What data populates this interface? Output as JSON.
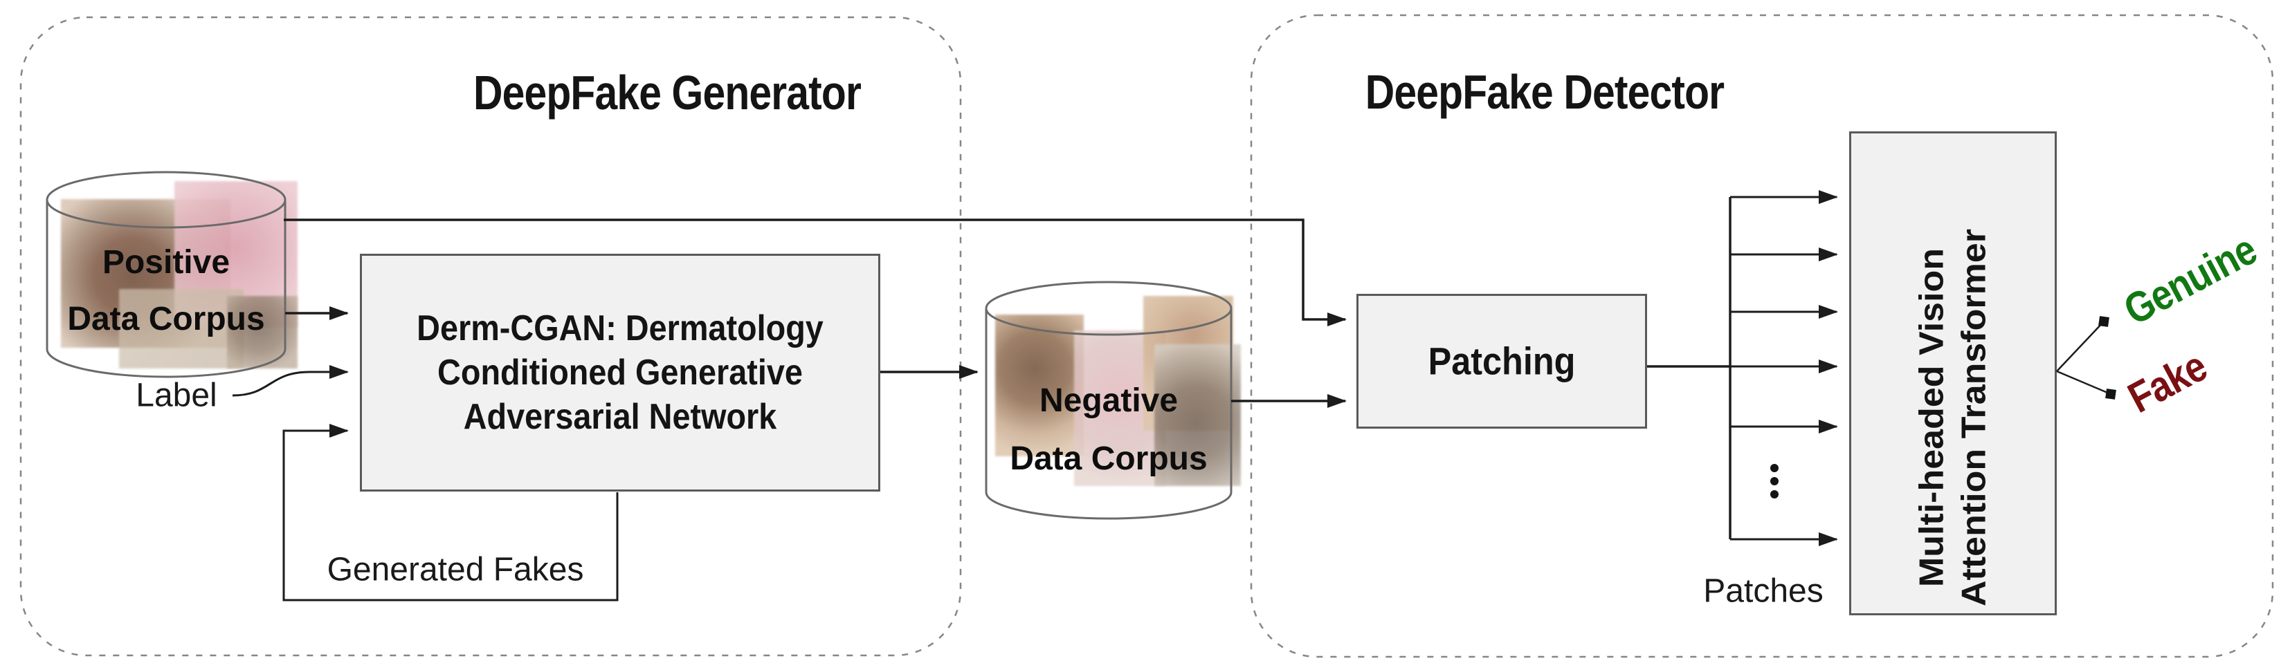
{
  "generator": {
    "title": "DeepFake Generator",
    "positive_corpus": {
      "line1": "Positive",
      "line2": "Data Corpus"
    },
    "label": "Label",
    "gan_box": {
      "line1": "Derm-CGAN: Dermatology",
      "line2": "Conditioned Generative",
      "line3": "Adversarial Network"
    },
    "generated_fakes": "Generated Fakes"
  },
  "negative_corpus": {
    "line1": "Negative",
    "line2": "Data Corpus"
  },
  "detector": {
    "title": "DeepFake Detector",
    "patching": "Patching",
    "patches_label": "Patches",
    "transformer": {
      "line1": "Multi-headed Vision",
      "line2": "Attention Transformer"
    },
    "outputs": {
      "genuine": "Genuine",
      "fake": "Fake"
    }
  },
  "icons": {
    "flow_arrow": "right-triangle-arrowhead",
    "vertical_ellipsis": "three-stacked-dots",
    "database": "cylinder"
  },
  "colors": {
    "genuine_green": "#127812",
    "fake_maroon": "#7a1013",
    "box_fill": "#f1f1f1",
    "box_border": "#5a5a5a",
    "flow_line": "#1c1c1c",
    "dashed_border": "#868686"
  }
}
